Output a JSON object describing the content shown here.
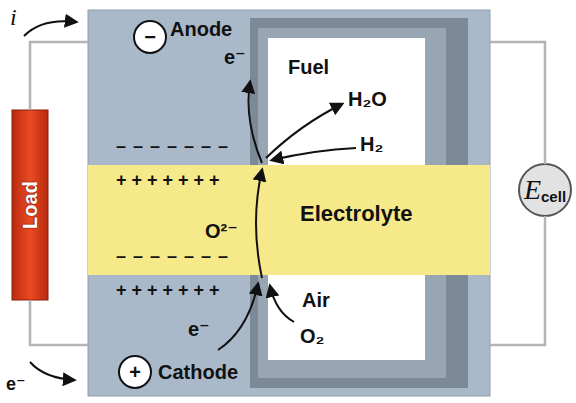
{
  "diagram": {
    "nodes": [
      {
        "text": [
          "−",
          "Anode"
        ]
      },
      {
        "text": [
          "Fuel",
          "H₂O",
          "H₂"
        ],
        "in": 0
      },
      {
        "text": [
          "Load"
        ]
      },
      {
        "text": [
          "Electrolyte"
        ]
      },
      {
        "text": [
          "E",
          "cell"
        ]
      },
      {
        "text": [
          "+",
          "Cathode"
        ]
      },
      {
        "text": [
          "Air",
          "O₂"
        ],
        "in": 5
      }
    ],
    "edges": [
      {
        "from": 2,
        "to": 0,
        "arrow": "none"
      },
      {
        "from": 2,
        "to": 5,
        "arrow": "none"
      },
      {
        "from": 4,
        "to": 0,
        "arrow": "none"
      },
      {
        "from": 4,
        "to": 5,
        "arrow": "none"
      }
    ],
    "labels": [
      "i",
      "e⁻",
      "– – – – – – –",
      "+++++++",
      "O²⁻",
      "– – – – – – –",
      "+++++++",
      "e⁻",
      "e⁻"
    ]
  }
}
